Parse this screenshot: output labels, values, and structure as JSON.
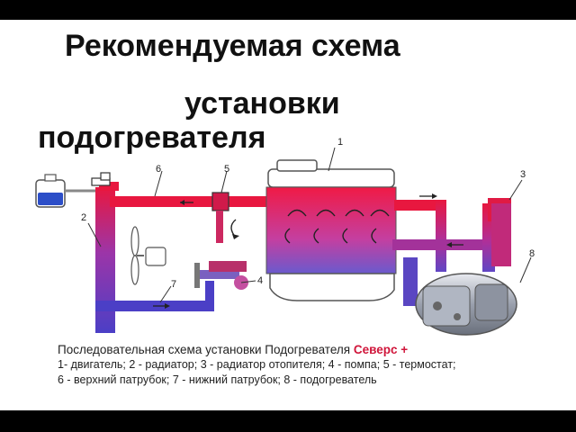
{
  "title_lines": [
    "Рекомендуемая схема",
    "установки",
    "подогревателя"
  ],
  "components": [
    {
      "n": "1",
      "label": "двигатель"
    },
    {
      "n": "2",
      "label": "радиатор"
    },
    {
      "n": "3",
      "label": "радиатор отопителя"
    },
    {
      "n": "4",
      "label": "помпа"
    },
    {
      "n": "5",
      "label": "термостат"
    },
    {
      "n": "6",
      "label": "верхний патрубок"
    },
    {
      "n": "7",
      "label": "нижний патрубок"
    },
    {
      "n": "8",
      "label": "подогреватель"
    }
  ],
  "caption": {
    "prefix": "Последовательная схема установки Подогревателя",
    "brand": "Северс +",
    "line1": "1- двигатель; 2 - радиатор; 3 - радиатор отопителя; 4 - помпа; 5 - термостат;",
    "line2": "6 - верхний патрубок; 7 - нижний патрубок; 8 - подогреватель"
  },
  "colors": {
    "hot": "#e8173f",
    "cold": "#4b3fc6",
    "brand": "#d0153a"
  }
}
